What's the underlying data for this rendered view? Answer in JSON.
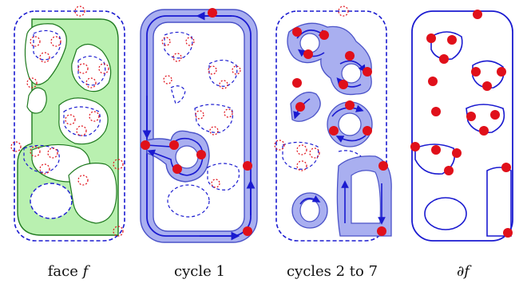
{
  "captions": {
    "face_word": "face",
    "face_var": "f",
    "cycle1": "cycle 1",
    "cycles27": "cycles 2 to 7",
    "boundary": "∂f"
  },
  "colors": {
    "outline": "#1a1ad0",
    "vertex_fill": "#e0101a",
    "face_fill": "#b9f0b0",
    "face_stroke": "#1f7a1f",
    "cycle_band": "#a9aff0",
    "cycle_band_edge": "#4a52c8",
    "ghost_vertex": "#e0101a"
  }
}
